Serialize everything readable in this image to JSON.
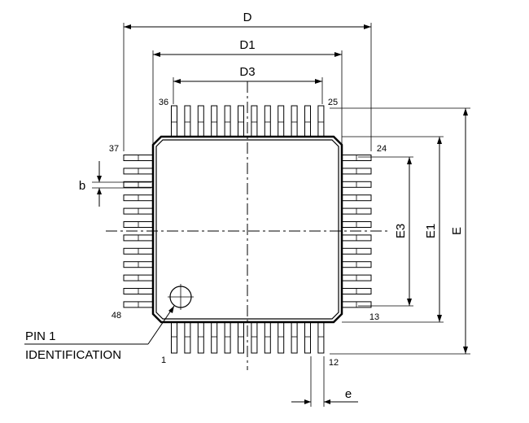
{
  "dimensions": {
    "D": "D",
    "D1": "D1",
    "D3": "D3",
    "E": "E",
    "E1": "E1",
    "E3": "E3",
    "b": "b",
    "e": "e"
  },
  "pins": {
    "p1": "1",
    "p12": "12",
    "p13": "13",
    "p24": "24",
    "p25": "25",
    "p36": "36",
    "p37": "37",
    "p48": "48"
  },
  "notes": {
    "pin1_line1": "PIN 1",
    "pin1_line2": "IDENTIFICATION"
  },
  "package": {
    "pins_per_side": 12,
    "total_pins": 48
  }
}
